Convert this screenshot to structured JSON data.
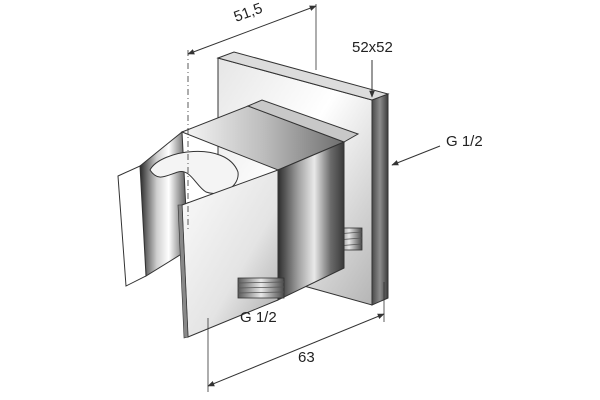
{
  "dimensions": {
    "depth": "51,5",
    "plate": "52x52",
    "width": "63",
    "outlet_thread": "G 1/2",
    "inlet_thread": "G 1/2"
  },
  "colors": {
    "line": "#333333",
    "chrome_dark": "#3a3a3a",
    "chrome_mid": "#9a9a9a",
    "chrome_light": "#f2f2f2",
    "background": "#ffffff"
  }
}
